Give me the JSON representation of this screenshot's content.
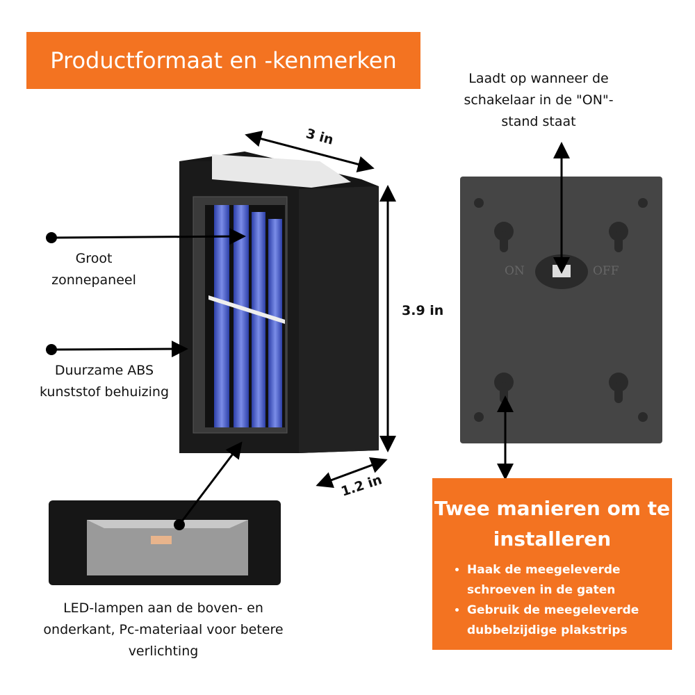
{
  "title": "Productformaat en -kenmerken",
  "labels": {
    "charge": "Laadt op wanneer de schakelaar in de \"ON\"-stand staat",
    "solar": "Groot zonnepaneel",
    "housing": "Duurzame ABS kunststof behuizing",
    "led": "LED-lampen aan de boven- en onderkant, Pc-materiaal voor betere verlichting"
  },
  "dimensions": {
    "width": "3 in",
    "height": "3.9 in",
    "depth": "1.2 in"
  },
  "switch": {
    "on": "ON",
    "off": "OFF"
  },
  "install": {
    "heading": "Twee manieren om te installeren",
    "items": [
      "Haak de meegeleverde schroeven in de gaten",
      "Gebruik de meegeleverde dubbelzijdige plakstrips"
    ]
  },
  "colors": {
    "accent": "#F37321"
  }
}
